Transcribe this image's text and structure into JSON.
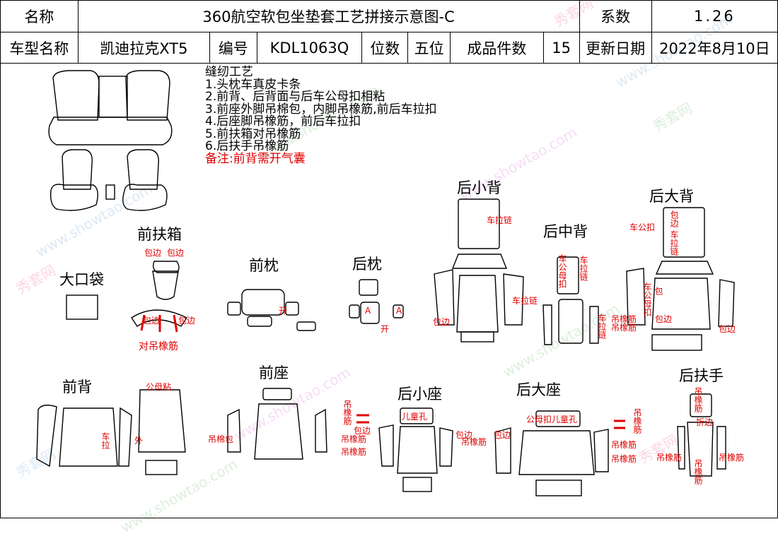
{
  "header": {
    "name_label": "名称",
    "title": "360航空软包坐垫套工艺拼接示意图-C",
    "coef_label": "系数",
    "coef_value": "1.26",
    "model_label": "车型名称",
    "model_value": "凯迪拉克XT5",
    "code_label": "编号",
    "code_value": "KDL1063Q",
    "seats_label": "位数",
    "seats_value": "五位",
    "pieces_label": "成品件数",
    "pieces_value": "15",
    "date_label": "更新日期",
    "date_value": "2022年8月10日"
  },
  "notes": {
    "heading": "缝纫工艺",
    "items": [
      "1.头枕车真皮卡条",
      "2.前背、后背面与后车公母扣相粘",
      "3.前座外脚吊棉包，内脚吊橡筋,前后车拉扣",
      "4.后座脚吊橡筋，前后车拉扣",
      "5.前扶箱对吊橡筋",
      "6.后扶手吊橡筋"
    ],
    "remark": "备注:前背需开气囊"
  },
  "sections": {
    "front_armrest": "前扶箱",
    "big_pocket": "大口袋",
    "front_pillow": "前枕",
    "rear_pillow": "后枕",
    "rear_small_back": "后小背",
    "rear_middle_back": "后中背",
    "rear_big_back": "后大背",
    "front_back": "前背",
    "front_seat": "前座",
    "rear_small_seat": "后小座",
    "rear_big_seat": "后大座",
    "rear_armrest": "后扶手"
  },
  "annotations": {
    "wrap_edge": "包边",
    "pair_elastic": "对吊橡筋",
    "open": "开",
    "open2": "开",
    "letter_a": "A",
    "zipper": "车拉链",
    "male_female": "车公母扣",
    "male_female_short": "车公扣",
    "pull": "车拉",
    "outer": "外",
    "male_female_stick": "公母粘",
    "cotton": "吊棉包",
    "elastic": "吊橡筋",
    "child_hole": "儿童孔",
    "male_female_child": "公母扣儿童孔",
    "fold_edge": "折边",
    "wrap": "包",
    "hang": "吊",
    "elastic_word": "橡",
    "tendon": "筋"
  },
  "watermark": {
    "brand": "秀套网",
    "url": "www.showtao.com"
  },
  "colors": {
    "annotation_red": "#e00000",
    "line": "#000000"
  }
}
